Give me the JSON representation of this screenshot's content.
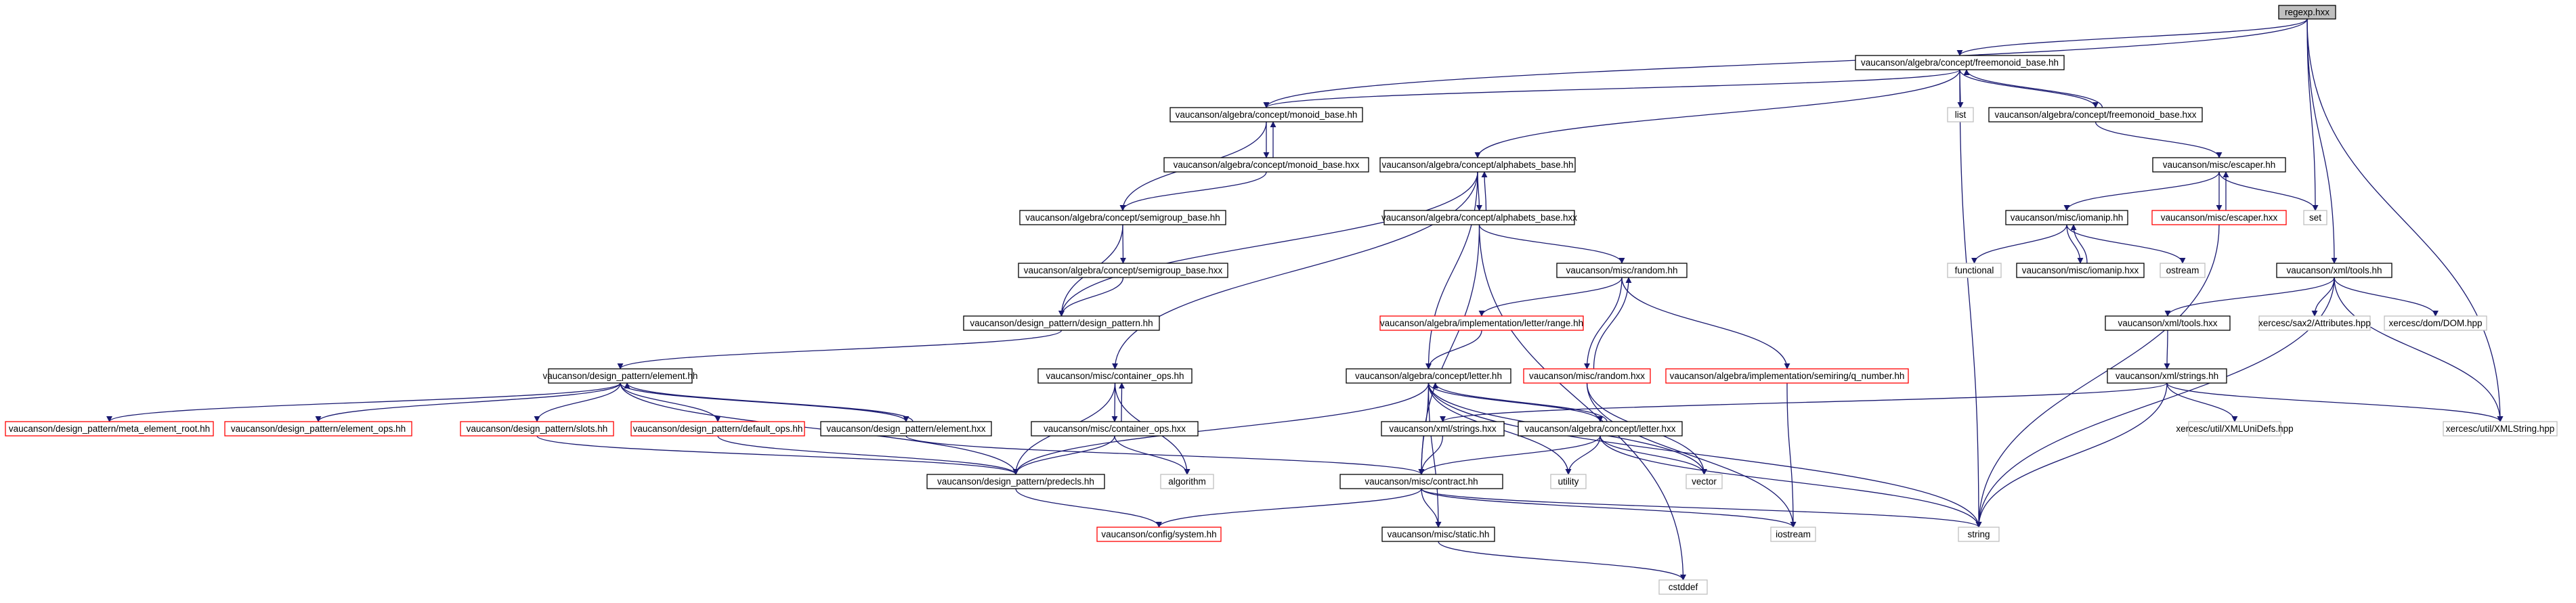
{
  "colors": {
    "edge": "#191970",
    "root_fill": "#bfbfbf",
    "normal_border": "#000000",
    "red_border": "#ff0000",
    "system_border": "#bfbfbf"
  },
  "nodes": {
    "regexp_hxx": "regexp.hxx",
    "freemonoid_base_hh": "vaucanson/algebra/concept/freemonoid_base.hh",
    "monoid_base_hh": "vaucanson/algebra/concept/monoid_base.hh",
    "list": "list",
    "freemonoid_base_hxx": "vaucanson/algebra/concept/freemonoid_base.hxx",
    "monoid_base_hxx": "vaucanson/algebra/concept/monoid_base.hxx",
    "alphabets_base_hh": "vaucanson/algebra/concept/alphabets_base.hh",
    "escaper_hh": "vaucanson/misc/escaper.hh",
    "semigroup_base_hh": "vaucanson/algebra/concept/semigroup_base.hh",
    "alphabets_base_hxx": "vaucanson/algebra/concept/alphabets_base.hxx",
    "iomanip_hh": "vaucanson/misc/iomanip.hh",
    "escaper_hxx": "vaucanson/misc/escaper.hxx",
    "set": "set",
    "functional": "functional",
    "iomanip_hxx": "vaucanson/misc/iomanip.hxx",
    "ostream": "ostream",
    "xml_tools_hh": "vaucanson/xml/tools.hh",
    "semigroup_base_hxx": "vaucanson/algebra/concept/semigroup_base.hxx",
    "random_hh": "vaucanson/misc/random.hh",
    "xml_tools_hxx": "vaucanson/xml/tools.hxx",
    "sax2_attributes": "xercesc/sax2/Attributes.hpp",
    "dom_hpp": "xercesc/dom/DOM.hpp",
    "design_pattern_hh": "vaucanson/design_pattern/design_pattern.hh",
    "letter_range_hh": "vaucanson/algebra/implementation/letter/range.hh",
    "element_hh": "vaucanson/design_pattern/element.hh",
    "container_ops_hh": "vaucanson/misc/container_ops.hh",
    "letter_hh": "vaucanson/algebra/concept/letter.hh",
    "random_hxx": "vaucanson/misc/random.hxx",
    "q_number_hh": "vaucanson/algebra/implementation/semiring/q_number.hh",
    "xml_strings_hh": "vaucanson/xml/strings.hh",
    "meta_element_root_hh": "vaucanson/design_pattern/meta_element_root.hh",
    "element_ops_hh": "vaucanson/design_pattern/element_ops.hh",
    "slots_hh": "vaucanson/design_pattern/slots.hh",
    "default_ops_hh": "vaucanson/design_pattern/default_ops.hh",
    "element_hxx": "vaucanson/design_pattern/element.hxx",
    "container_ops_hxx": "vaucanson/misc/container_ops.hxx",
    "xml_strings_hxx": "vaucanson/xml/strings.hxx",
    "letter_hxx": "vaucanson/algebra/concept/letter.hxx",
    "xml_uni_defs": "xercesc/util/XMLUniDefs.hpp",
    "xml_string_hpp": "xercesc/util/XMLString.hpp",
    "predecls_hh": "vaucanson/design_pattern/predecls.hh",
    "algorithm": "algorithm",
    "utility": "utility",
    "vector": "vector",
    "contract_hh": "vaucanson/misc/contract.hh",
    "system_hh": "vaucanson/config/system.hh",
    "static_hh": "vaucanson/misc/static.hh",
    "iostream": "iostream",
    "string": "string",
    "cstddef": "cstddef"
  }
}
